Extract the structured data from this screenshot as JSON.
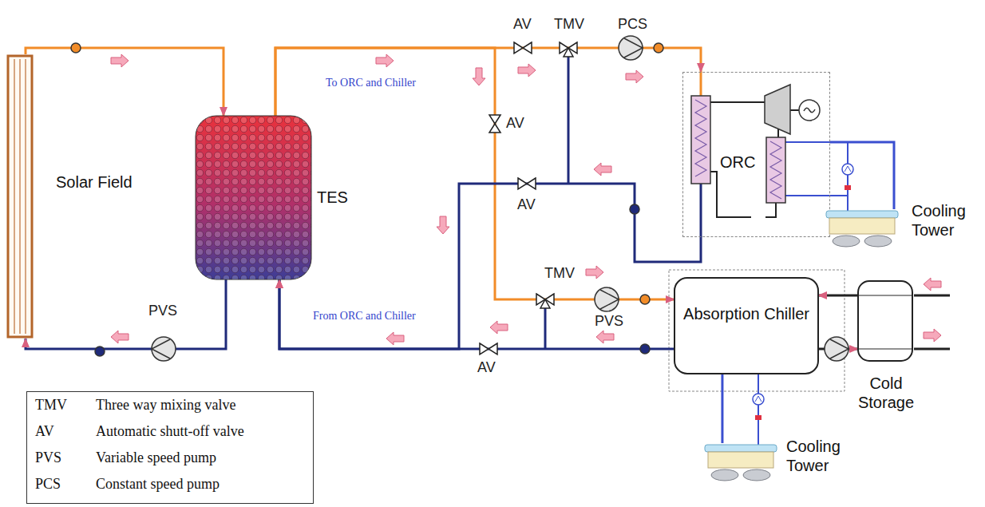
{
  "diagram": {
    "nodes": [
      {
        "text": [
          "Solar Field"
        ]
      },
      {
        "text": [
          "TES"
        ]
      },
      {
        "text": [
          "ORC"
        ]
      },
      {
        "text": [
          "Cooling Tower"
        ]
      },
      {
        "text": [
          "Absorption Chiller"
        ]
      },
      {
        "text": [
          "Cold Storage"
        ]
      },
      {
        "text": [
          "Cooling Tower"
        ]
      }
    ],
    "edges": [
      {
        "from": 0,
        "to": 1,
        "arrow": "to"
      },
      {
        "from": 1,
        "to": 0,
        "arrow": "to"
      },
      {
        "from": 1,
        "to": 2,
        "arrow": "to"
      },
      {
        "from": 1,
        "to": 4,
        "arrow": "to"
      },
      {
        "from": 2,
        "to": 1,
        "arrow": "to"
      },
      {
        "from": 4,
        "to": 1,
        "arrow": "to"
      },
      {
        "from": 2,
        "to": 3,
        "arrow": "none"
      },
      {
        "from": 4,
        "to": 6,
        "arrow": "none"
      },
      {
        "from": 5,
        "to": 4,
        "arrow": "to"
      },
      {
        "from": 4,
        "to": 5,
        "arrow": "to"
      }
    ],
    "labels": [
      "AV",
      "TMV",
      "PCS",
      "To ORC and Chiller",
      "AV",
      "AV",
      "TMV",
      "PVS",
      "From ORC and Chiller",
      "AV",
      "PVS",
      "TMV",
      "Three way mixing valve",
      "AV",
      "Automatic shutt-off valve",
      "PVS",
      "Variable speed pump",
      "PCS",
      "Constant speed pump"
    ]
  }
}
